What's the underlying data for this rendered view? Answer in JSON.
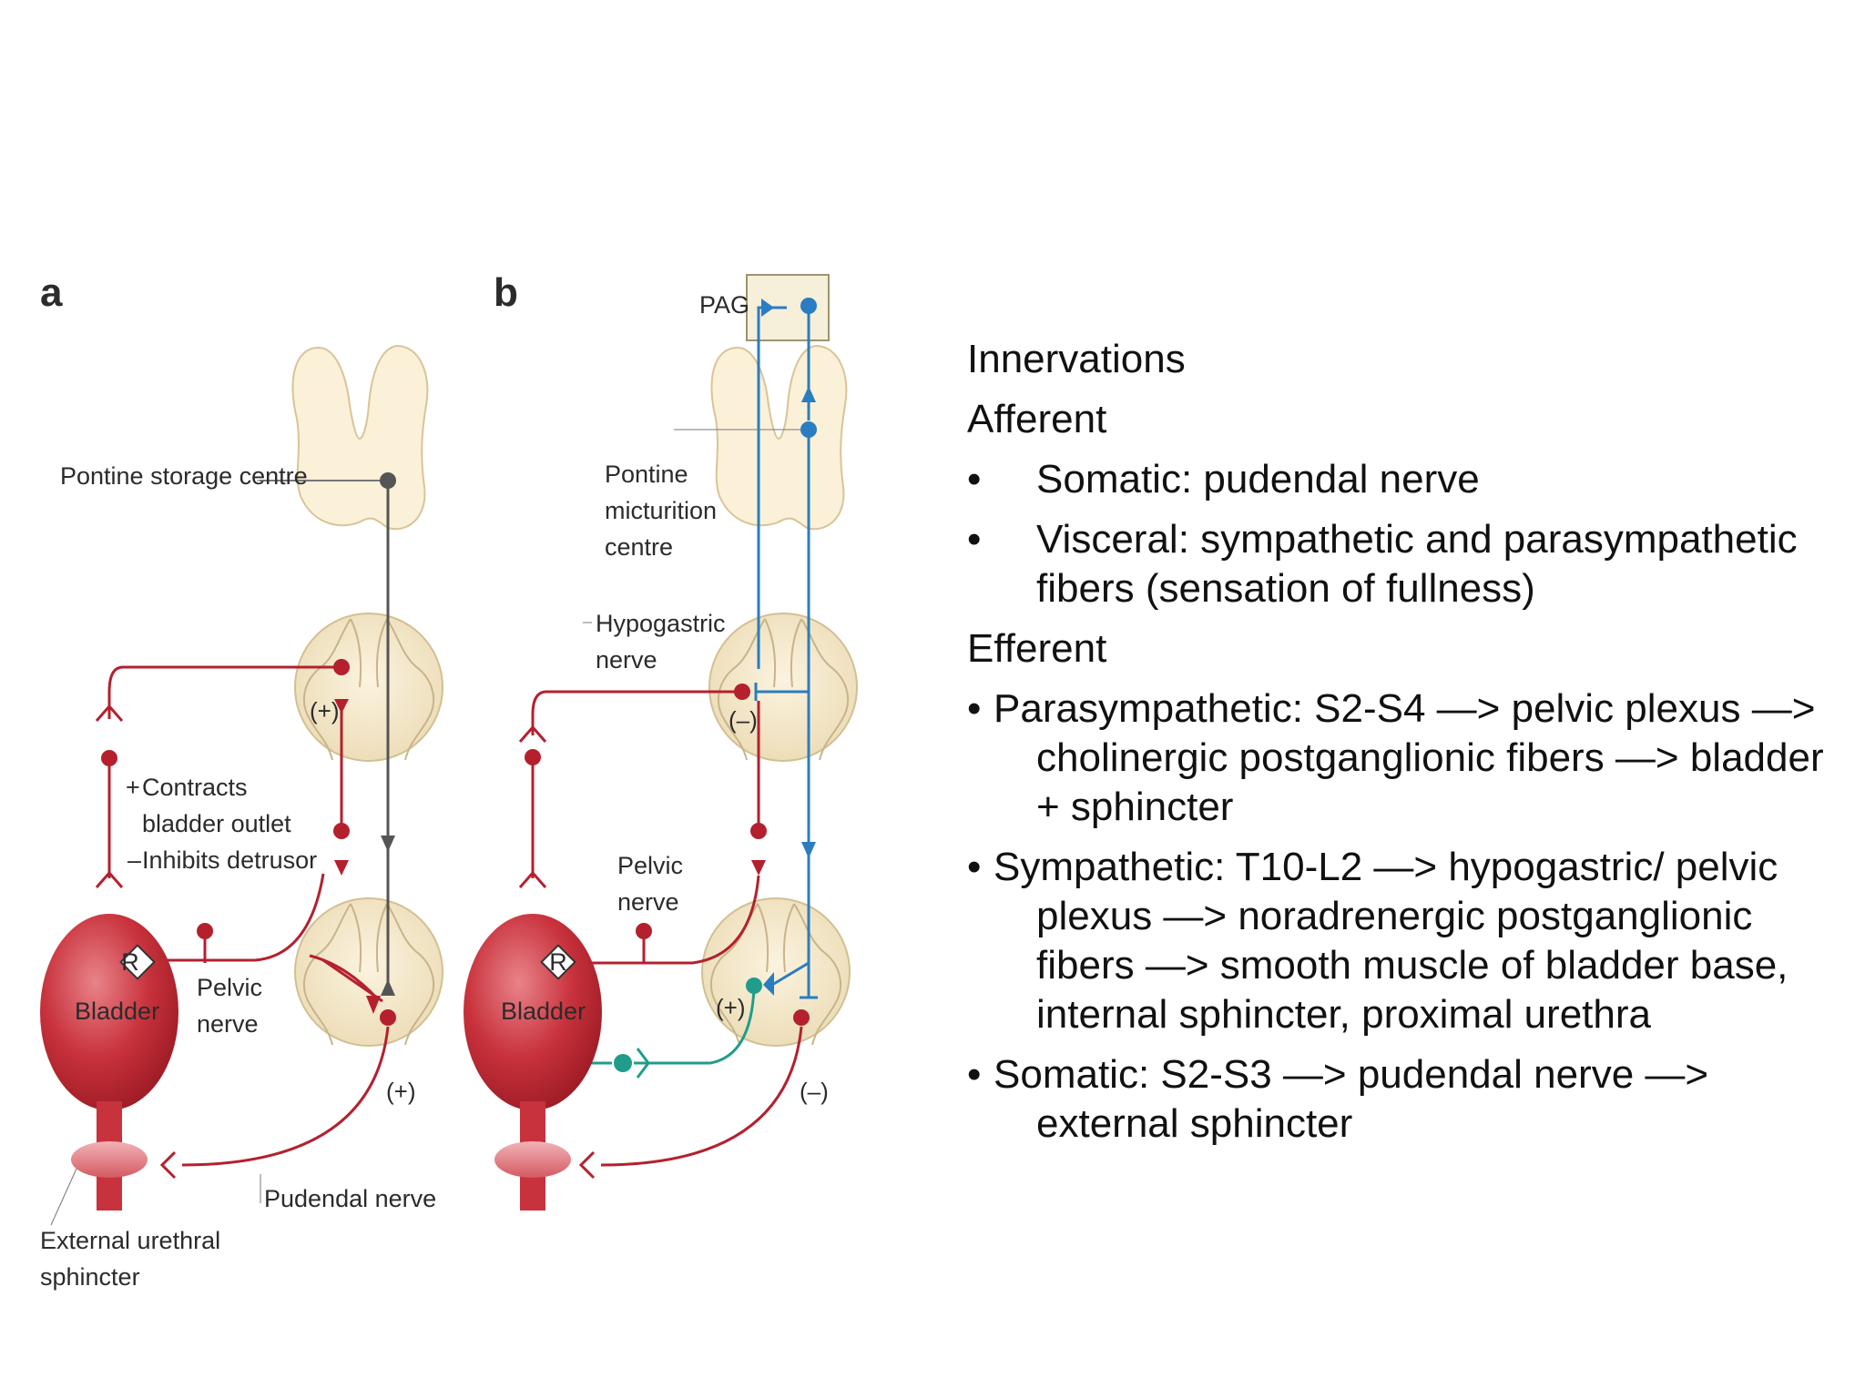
{
  "figure": {
    "panel_a": {
      "letter": "a",
      "pontine_storage_centre": "Pontine storage centre",
      "contracts_sign": "+",
      "contracts": "Contracts",
      "bladder_outlet": "bladder outlet",
      "inhibits_sign": "–",
      "inhibits": "Inhibits detrusor",
      "receptor": "R",
      "bladder": "Bladder",
      "pelvic_nerve_l1": "Pelvic",
      "pelvic_nerve_l2": "nerve",
      "sign_upper": "(+)",
      "sign_lower": "(+)",
      "pudendal_nerve": "Pudendal nerve",
      "ext_sphincter_l1": "External urethral",
      "ext_sphincter_l2": "sphincter"
    },
    "panel_b": {
      "letter": "b",
      "pag": "PAG",
      "pmc_l1": "Pontine",
      "pmc_l2": "micturition",
      "pmc_l3": "centre",
      "hypogastric_l1": "Hypogastric",
      "hypogastric_l2": "nerve",
      "pelvic_nerve_l1": "Pelvic",
      "pelvic_nerve_l2": "nerve",
      "receptor": "R",
      "bladder": "Bladder",
      "sign_upper": "(–)",
      "sign_plus": "(+)",
      "sign_lower": "(–)"
    }
  },
  "notes": {
    "title": "Innervations",
    "afferent_heading": "Afferent",
    "afferent_items": [
      "Somatic: pudendal nerve",
      "Visceral: sympathetic and parasympathetic fibers (sensation of fullness)"
    ],
    "efferent_heading": "Efferent",
    "efferent_items": [
      "Parasympathetic: S2-S4 —> pelvic plexus —> cholinergic postganglionic fibers  —> bladder + sphincter",
      "Sympathetic: T10-L2 —> hypogastric/ pelvic plexus —> noradrenergic postganglionic fibers —> smooth muscle of bladder base, internal sphincter, proximal urethra",
      "Somatic: S2-S3 —> pudendal nerve —> external sphincter"
    ],
    "bullet": "•"
  },
  "colors": {
    "parasympathetic_red": "#b5202e",
    "descending_blue": "#2a7dc0",
    "afferent_teal": "#1f9d8a",
    "pontine_grey": "#555555",
    "tissue_cream": "#f4e6c4",
    "bladder_red": "#c8323c"
  }
}
